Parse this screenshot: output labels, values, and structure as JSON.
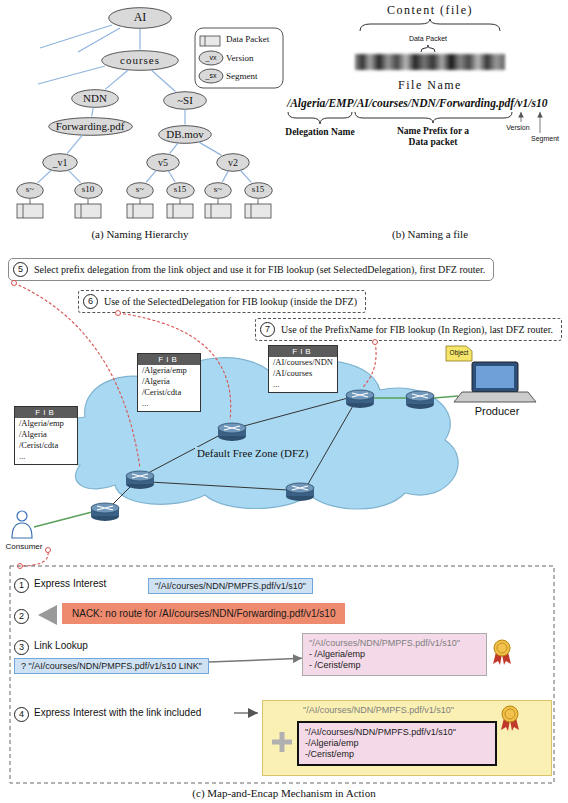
{
  "diagram": {
    "nodes": [
      {
        "text": [
          "AI"
        ]
      },
      {
        "text": [
          "courses"
        ]
      },
      {
        "text": [
          "NDN"
        ]
      },
      {
        "text": [
          "~SI"
        ]
      },
      {
        "text": [
          "Forwarding.pdf"
        ]
      },
      {
        "text": [
          "DB.mov"
        ]
      },
      {
        "text": [
          "_v1"
        ]
      },
      {
        "text": [
          "v5"
        ]
      },
      {
        "text": [
          "v2"
        ]
      },
      {
        "text": [
          "s~"
        ]
      },
      {
        "text": [
          "s10"
        ]
      },
      {
        "text": [
          "s~"
        ]
      },
      {
        "text": [
          "s15"
        ]
      },
      {
        "text": [
          "s~"
        ]
      },
      {
        "text": [
          "s15"
        ]
      },
      {
        "text": [
          "5",
          "Select prefix delegation from the link object and use it for FIB lookup (set SelectedDelegation), first DFZ router."
        ]
      },
      {
        "text": [
          "6",
          "Use of the SelectedDelegation for FIB lookup (inside the DFZ)"
        ]
      },
      {
        "text": [
          "7",
          "Use of the PrefixName for FIB lookup (In Region), last DFZ router."
        ]
      },
      {
        "text": [
          "Default Free Zone (DFZ)"
        ]
      },
      {
        "text": [
          "FIB",
          "/Algeria/emp",
          "/Algeria",
          "/Cerist/cdta",
          "..."
        ]
      },
      {
        "text": [
          "FIB",
          "/AI/courses/NDN",
          "/AI/courses",
          "..."
        ]
      },
      {
        "text": [
          "FIB",
          "/Algeria/emp",
          "/Algeria",
          "/Cerist/cdta",
          "..."
        ]
      },
      {
        "text": [
          "\"/AI/courses/NDN/PMPFS.pdf/v1/s10\""
        ]
      },
      {
        "text": [
          "NACK: no route for /AI/courses/NDN/Forwarding.pdf/v1/s10"
        ]
      },
      {
        "text": [
          "? \"/AI/courses/NDN/PMPFS.pdf/v1/s10 LINK\""
        ]
      },
      {
        "text": [
          "\"/AI/courses/NDN/PMPFS.pdf/v1/s10\"",
          "- /Algeria/emp",
          "- /Cerist/emp"
        ]
      },
      {
        "text": [
          "\"/AI/courses/NDN/PMPFS.pdf/v1/s10\""
        ]
      },
      {
        "text": [
          "\"/AI/courses/NDN/PMPFS.pdf/v1/s10\"",
          "-/Algeria/emp",
          "-/Cerist/emp"
        ],
        "in": 26
      }
    ],
    "edges": [
      {
        "from": 0,
        "to": 1,
        "arrow": "none"
      },
      {
        "from": 1,
        "to": 2,
        "arrow": "none"
      },
      {
        "from": 1,
        "to": 3,
        "arrow": "none"
      },
      {
        "from": 2,
        "to": 4,
        "arrow": "none"
      },
      {
        "from": 3,
        "to": 5,
        "arrow": "none"
      },
      {
        "from": 4,
        "to": 6,
        "arrow": "none"
      },
      {
        "from": 5,
        "to": 7,
        "arrow": "none"
      },
      {
        "from": 5,
        "to": 8,
        "arrow": "none"
      },
      {
        "from": 6,
        "to": 9,
        "arrow": "none"
      },
      {
        "from": 6,
        "to": 10,
        "arrow": "none"
      },
      {
        "from": 7,
        "to": 11,
        "arrow": "none"
      },
      {
        "from": 7,
        "to": 12,
        "arrow": "none"
      },
      {
        "from": 8,
        "to": 13,
        "arrow": "none"
      },
      {
        "from": 8,
        "to": 14,
        "arrow": "none"
      },
      {
        "from": 24,
        "to": 25,
        "arrow": "to"
      }
    ],
    "labels": [
      "(a) Naming Hierarchy",
      "_vx",
      "_sx",
      "Content (file)",
      "Data Packet",
      "File Name",
      "/Algeria/EMP/AI/courses/NDN/Forwarding.pdf/v1/s10",
      "Delegation Name",
      "Name Prefix for a Data packet",
      "Version",
      "Segment",
      "(b) Naming a file",
      "Object",
      "Producer",
      "Consumer",
      "1",
      "Express Interest",
      "2",
      "3",
      "Link Lookup",
      "4",
      "Express Interest with the link included",
      "(c) Map-and-Encap Mechanism in Action"
    ],
    "legend": [
      {
        "text": "Data Packet"
      },
      {
        "text": "Version"
      },
      {
        "text": "Segment"
      }
    ]
  }
}
